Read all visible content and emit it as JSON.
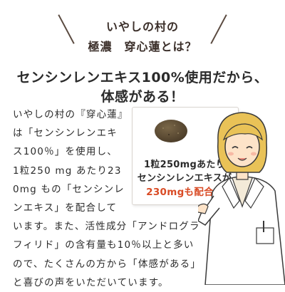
{
  "header": {
    "line1": "いやしの村の",
    "line2": "極濃　穿心蓮とは？"
  },
  "headline": {
    "line1": "センシンレンエキス100%使用だから、",
    "line2": "体感がある！"
  },
  "body": {
    "lines": [
      "いやしの村の『穿心蓮』",
      "は「センシンレンエキ",
      "ス100％」を使用し、",
      "1粒250 mg あたり23",
      "0mg もの「センシンレ",
      "ンエキス」を配合して",
      "います。また、活性成分「アンドログラ",
      "フィリド」の含有量も10％以上と多い",
      "ので、たくさんの方から「体感がある」",
      "と喜びの声をいただいています。"
    ]
  },
  "card": {
    "line1": "1粒250mgあたり",
    "line2": "センシンレンエキスが",
    "line3": "230mgも配合!!"
  },
  "colors": {
    "accent": "#d94b25",
    "header_text": "#3b2f2a",
    "pill": "#5e4d36"
  },
  "icons": {
    "pill": "pill-icon",
    "doctor": "doctor-illustration"
  }
}
